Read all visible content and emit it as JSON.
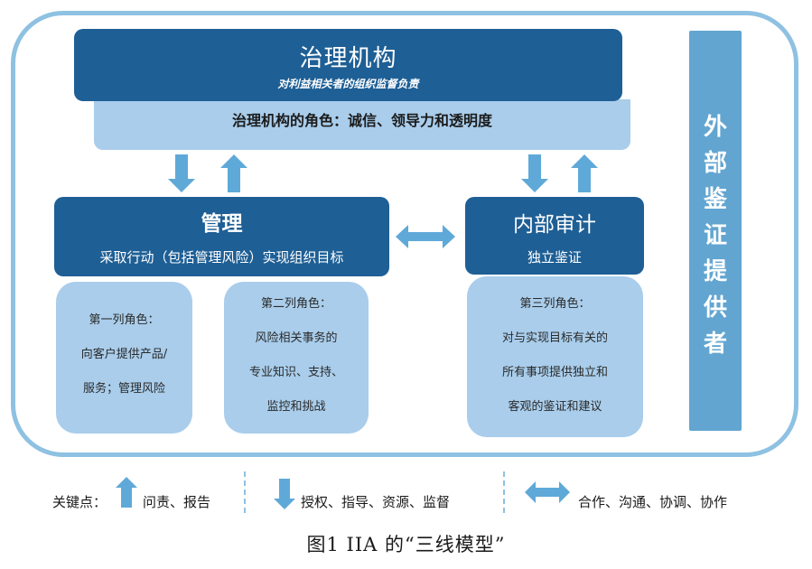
{
  "governing_body": {
    "title": "治理机构",
    "subtitle": "对利益相关者的组织监督负责",
    "role": "治理机构的角色：诚信、领导力和透明度"
  },
  "management": {
    "title": "管理",
    "subtitle": "采取行动（包括管理风险）实现组织目标"
  },
  "internal_audit": {
    "title": "内部审计",
    "subtitle": "独立鉴证"
  },
  "first_line": {
    "lines": [
      "第一列角色：",
      "向客户提供产品/",
      "服务；管理风险"
    ]
  },
  "second_line": {
    "lines": [
      "第二列角色：",
      "风险相关事务的",
      "专业知识、支持、",
      "监控和挑战"
    ]
  },
  "third_line": {
    "lines": [
      "第三列角色：",
      "对与实现目标有关的",
      "所有事项提供独立和",
      "客观的鉴证和建议"
    ]
  },
  "external_providers": {
    "chars": [
      "外",
      "部",
      "鉴",
      "证",
      "提",
      "供",
      "者"
    ]
  },
  "legend": {
    "label": "关键点：",
    "up_text": "问责、报告",
    "down_text": "授权、指导、资源、监督",
    "both_text": "合作、沟通、协调、协作"
  },
  "caption": "图1   IIA 的“三线模型”",
  "colors": {
    "dark_blue": "#1e5f95",
    "light_blue": "#a9cdeb",
    "mid_blue": "#62a5d0",
    "arrow_blue": "#5fa9d8",
    "frame_blue": "#8ec1e2"
  }
}
